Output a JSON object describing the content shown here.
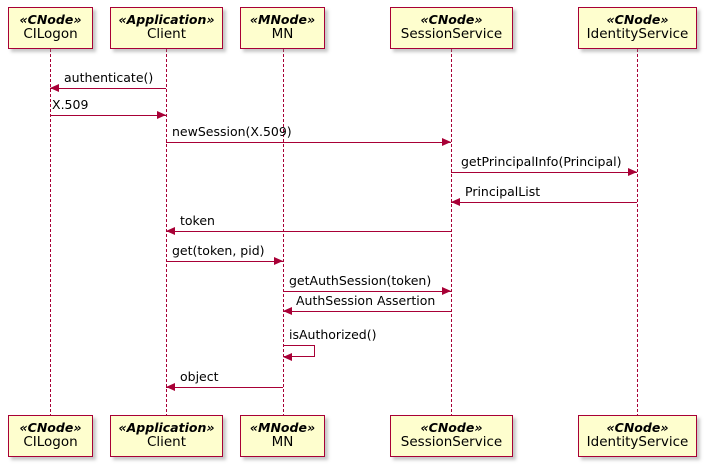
{
  "diagram": {
    "type": "uml-sequence-diagram",
    "background_color": "#FFFFFF",
    "box_fill_color": "#FEFECE",
    "line_color": "#A80036",
    "text_color": "#000000"
  },
  "participants": [
    {
      "id": "cilogon",
      "stereotype": "«CNode»",
      "name": "CILogon"
    },
    {
      "id": "client",
      "stereotype": "«Application»",
      "name": "Client"
    },
    {
      "id": "mn",
      "stereotype": "«MNode»",
      "name": "MN"
    },
    {
      "id": "sessionservice",
      "stereotype": "«CNode»",
      "name": "SessionService"
    },
    {
      "id": "identityservice",
      "stereotype": "«CNode»",
      "name": "IdentityService"
    }
  ],
  "messages": [
    {
      "label": "authenticate()",
      "from": "client",
      "to": "cilogon",
      "direction": "left"
    },
    {
      "label": "X.509",
      "from": "cilogon",
      "to": "client",
      "direction": "right"
    },
    {
      "label": "newSession(X.509)",
      "from": "client",
      "to": "sessionservice",
      "direction": "right"
    },
    {
      "label": "getPrincipalInfo(Principal)",
      "from": "sessionservice",
      "to": "identityservice",
      "direction": "right"
    },
    {
      "label": "PrincipalList",
      "from": "identityservice",
      "to": "sessionservice",
      "direction": "left"
    },
    {
      "label": "token",
      "from": "sessionservice",
      "to": "client",
      "direction": "left"
    },
    {
      "label": "get(token, pid)",
      "from": "client",
      "to": "mn",
      "direction": "right"
    },
    {
      "label": "getAuthSession(token)",
      "from": "mn",
      "to": "sessionservice",
      "direction": "right"
    },
    {
      "label": "AuthSession Assertion",
      "from": "sessionservice",
      "to": "mn",
      "direction": "left"
    },
    {
      "label": "isAuthorized()",
      "from": "mn",
      "to": "mn",
      "direction": "self"
    },
    {
      "label": "object",
      "from": "mn",
      "to": "client",
      "direction": "left"
    }
  ]
}
